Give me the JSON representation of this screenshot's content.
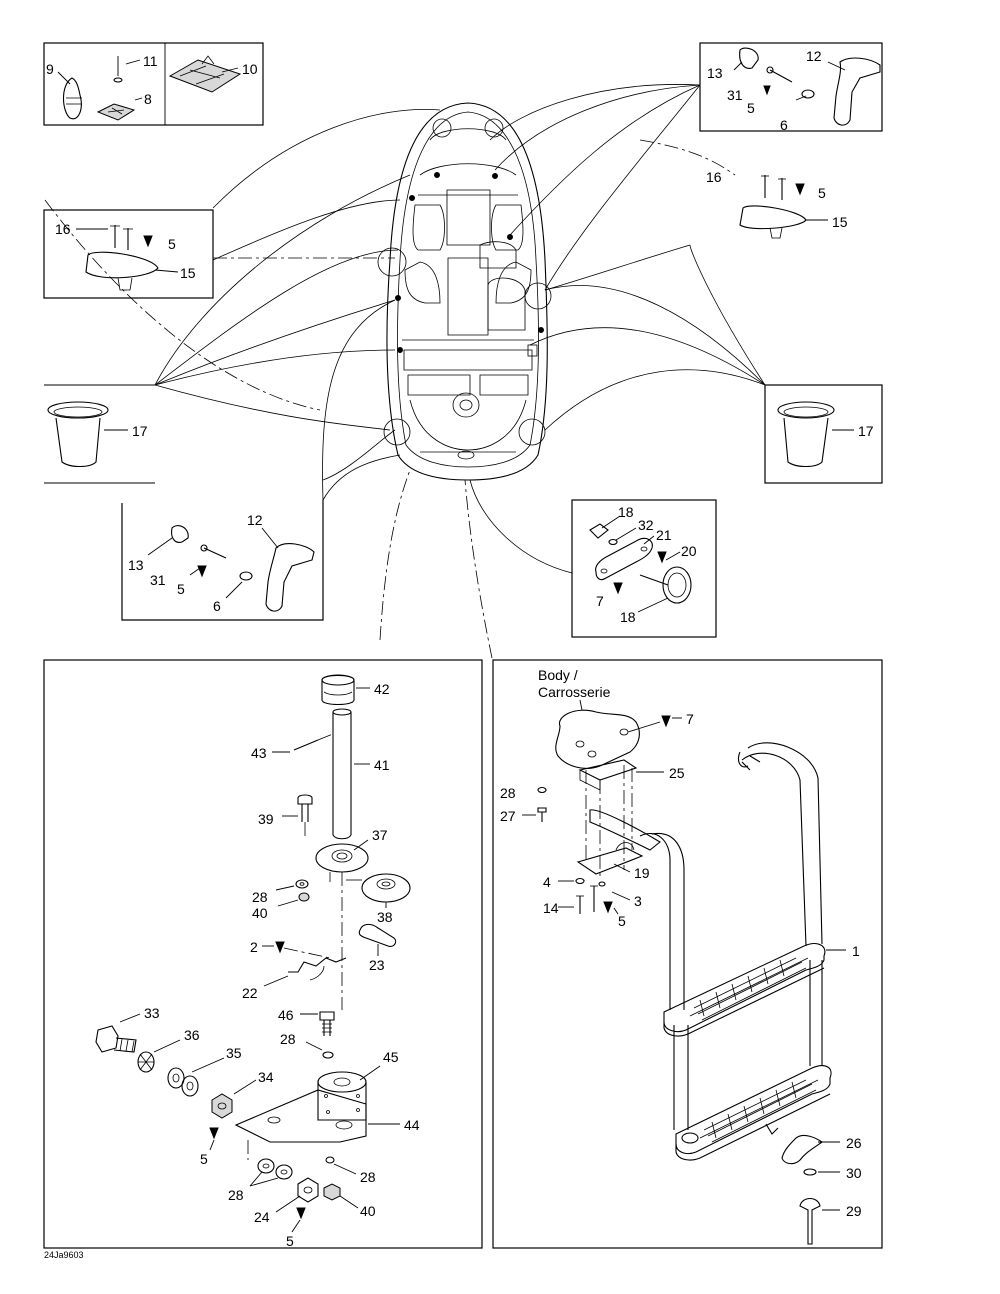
{
  "diagram": {
    "drawing_code": "24Ja9603",
    "body_label_line1": "Body /",
    "body_label_line2": "Carrosserie",
    "callouts": [
      "9",
      "11",
      "10",
      "8",
      "13",
      "12",
      "31",
      "5",
      "6",
      "16",
      "5",
      "15",
      "16",
      "5",
      "15",
      "17",
      "17",
      "12",
      "13",
      "31",
      "5",
      "6",
      "18",
      "32",
      "21",
      "20",
      "7",
      "18",
      "42",
      "43",
      "41",
      "39",
      "37",
      "28",
      "40",
      "38",
      "2",
      "23",
      "22",
      "46",
      "28",
      "33",
      "36",
      "35",
      "34",
      "45",
      "44",
      "5",
      "28",
      "28",
      "24",
      "40",
      "5",
      "7",
      "25",
      "28",
      "27",
      "19",
      "4",
      "14",
      "3",
      "5",
      "1",
      "26",
      "30",
      "29"
    ]
  }
}
